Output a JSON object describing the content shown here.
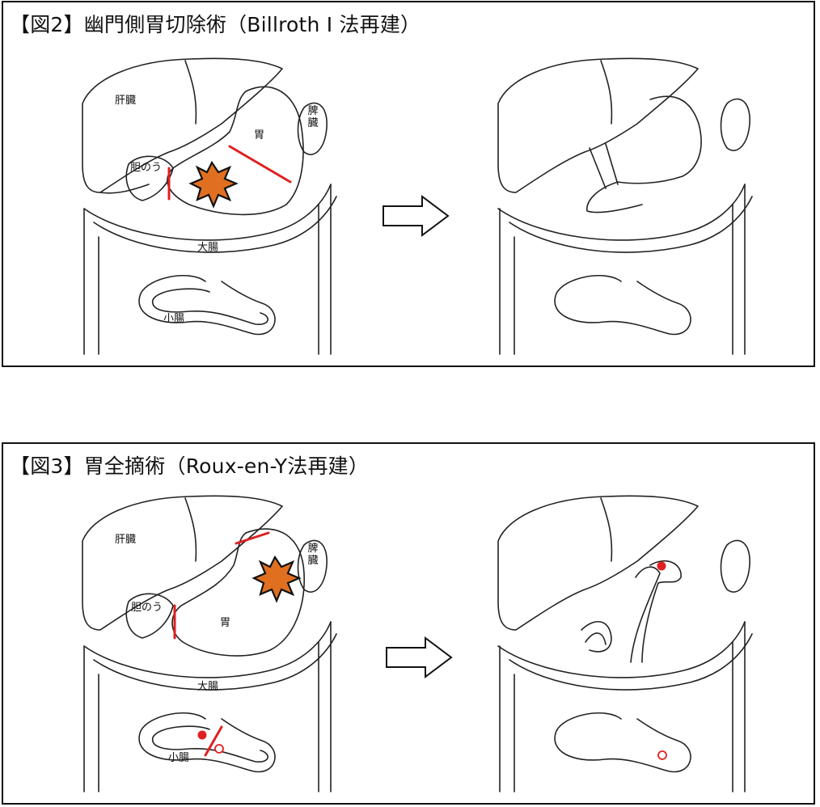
{
  "figure2": {
    "title": "【図2】幽門側胃切除術（Billroth Ⅰ 法再建）",
    "labels": {
      "liver": "肝臓",
      "stomach": "胃",
      "spleen": "脾\n臓",
      "gallbladder": "胆のう",
      "large_intestine": "大腸",
      "small_intestine": "小腸"
    }
  },
  "figure3": {
    "title": "【図3】胃全摘術（Roux-en-Y法再建）",
    "labels": {
      "liver": "肝臓",
      "stomach": "胃",
      "spleen": "脾\n臓",
      "gallbladder": "胆のう",
      "large_intestine": "大腸",
      "small_intestine": "小腸"
    }
  },
  "colors": {
    "cut_line": "#e02020",
    "tumor_fill": "#e07020",
    "outline": "#222222",
    "panel_border": "#111111"
  },
  "icons": [
    "tumor-burst-icon",
    "right-arrow-icon",
    "filled-dot-marker",
    "open-circle-marker"
  ]
}
